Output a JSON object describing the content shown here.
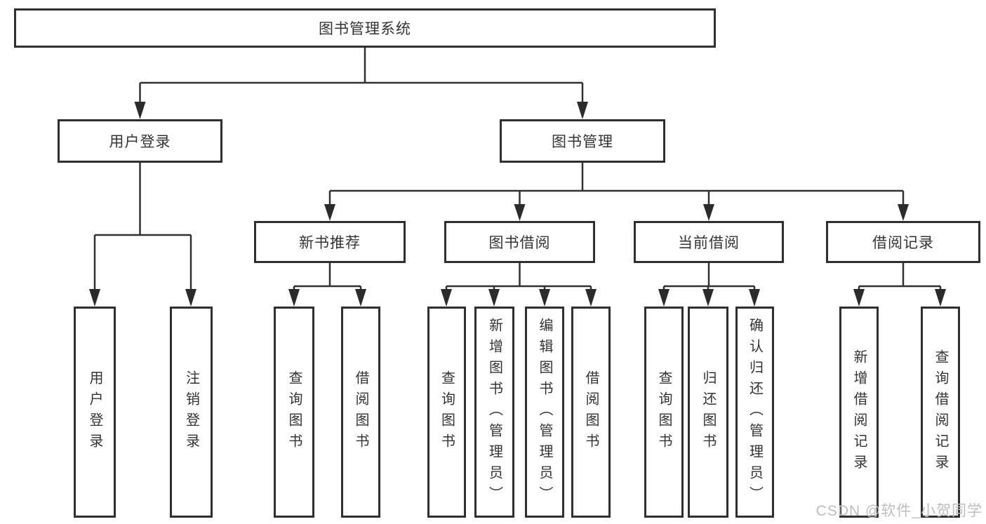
{
  "tree": {
    "label": "图书管理系统",
    "children": [
      {
        "label": "用户登录",
        "children": [
          {
            "label": "用户登录"
          },
          {
            "label": "注销登录"
          }
        ]
      },
      {
        "label": "图书管理",
        "children": [
          {
            "label": "新书推荐",
            "children": [
              {
                "label": "查询图书"
              },
              {
                "label": "借阅图书"
              }
            ]
          },
          {
            "label": "图书借阅",
            "children": [
              {
                "label": "查询图书"
              },
              {
                "label": "新增图书（管理员）"
              },
              {
                "label": "编辑图书（管理员）"
              },
              {
                "label": "借阅图书"
              }
            ]
          },
          {
            "label": "当前借阅",
            "children": [
              {
                "label": "查询图书"
              },
              {
                "label": "归还图书"
              },
              {
                "label": "确认归还（管理员）"
              }
            ]
          },
          {
            "label": "借阅记录",
            "children": [
              {
                "label": "新增借阅记录"
              },
              {
                "label": "查询借阅记录"
              }
            ]
          }
        ]
      }
    ]
  },
  "watermark": {
    "text": "CSDN @软件_小贺同学"
  },
  "colors": {
    "background": "#ffffff",
    "box_border": "#2f2f2f",
    "line": "#303030",
    "text": "#333333",
    "watermark": "#bdbdbd"
  }
}
